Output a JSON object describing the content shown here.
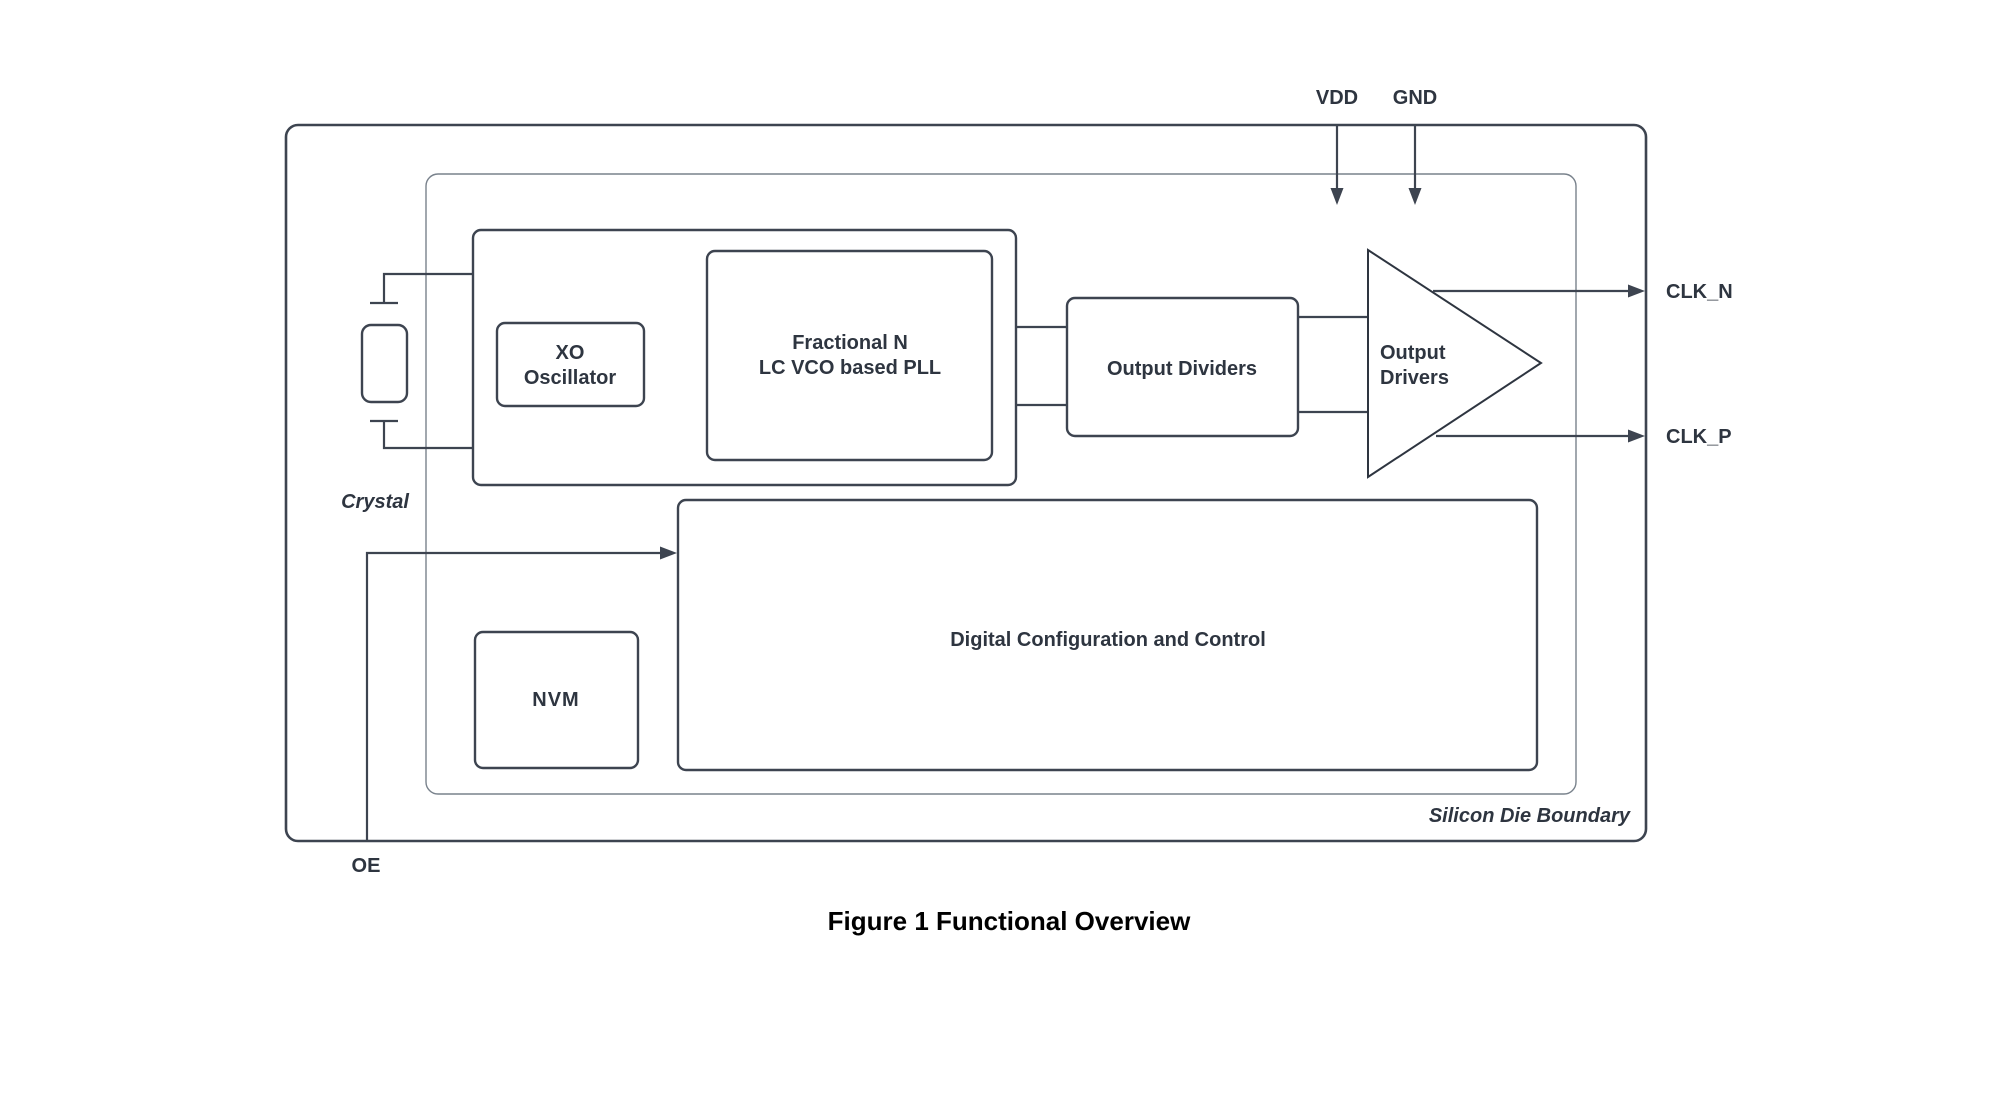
{
  "figure": {
    "caption": "Figure 1 Functional Overview"
  },
  "boundaries": {
    "silicon_die": "Silicon Die Boundary"
  },
  "pins": {
    "vdd": "VDD",
    "gnd": "GND",
    "clk_n": "CLK_N",
    "clk_p": "CLK_P",
    "oe": "OE"
  },
  "external": {
    "crystal": "Crystal"
  },
  "blocks": {
    "xo_oscillator": {
      "line1": "XO",
      "line2": "Oscillator"
    },
    "fractional_pll": {
      "line1": "Fractional N",
      "line2": "LC VCO based PLL"
    },
    "output_dividers": {
      "label": "Output Dividers"
    },
    "output_drivers": {
      "line1": "Output",
      "line2": "Drivers"
    },
    "digital_config": {
      "label": "Digital Configuration and Control"
    },
    "nvm": {
      "label": "NVM"
    }
  },
  "colors": {
    "line_dark": "#3d4450",
    "line_light": "#79828c",
    "text": "#2e3540",
    "caption_text": "#000000",
    "background": "#ffffff"
  }
}
